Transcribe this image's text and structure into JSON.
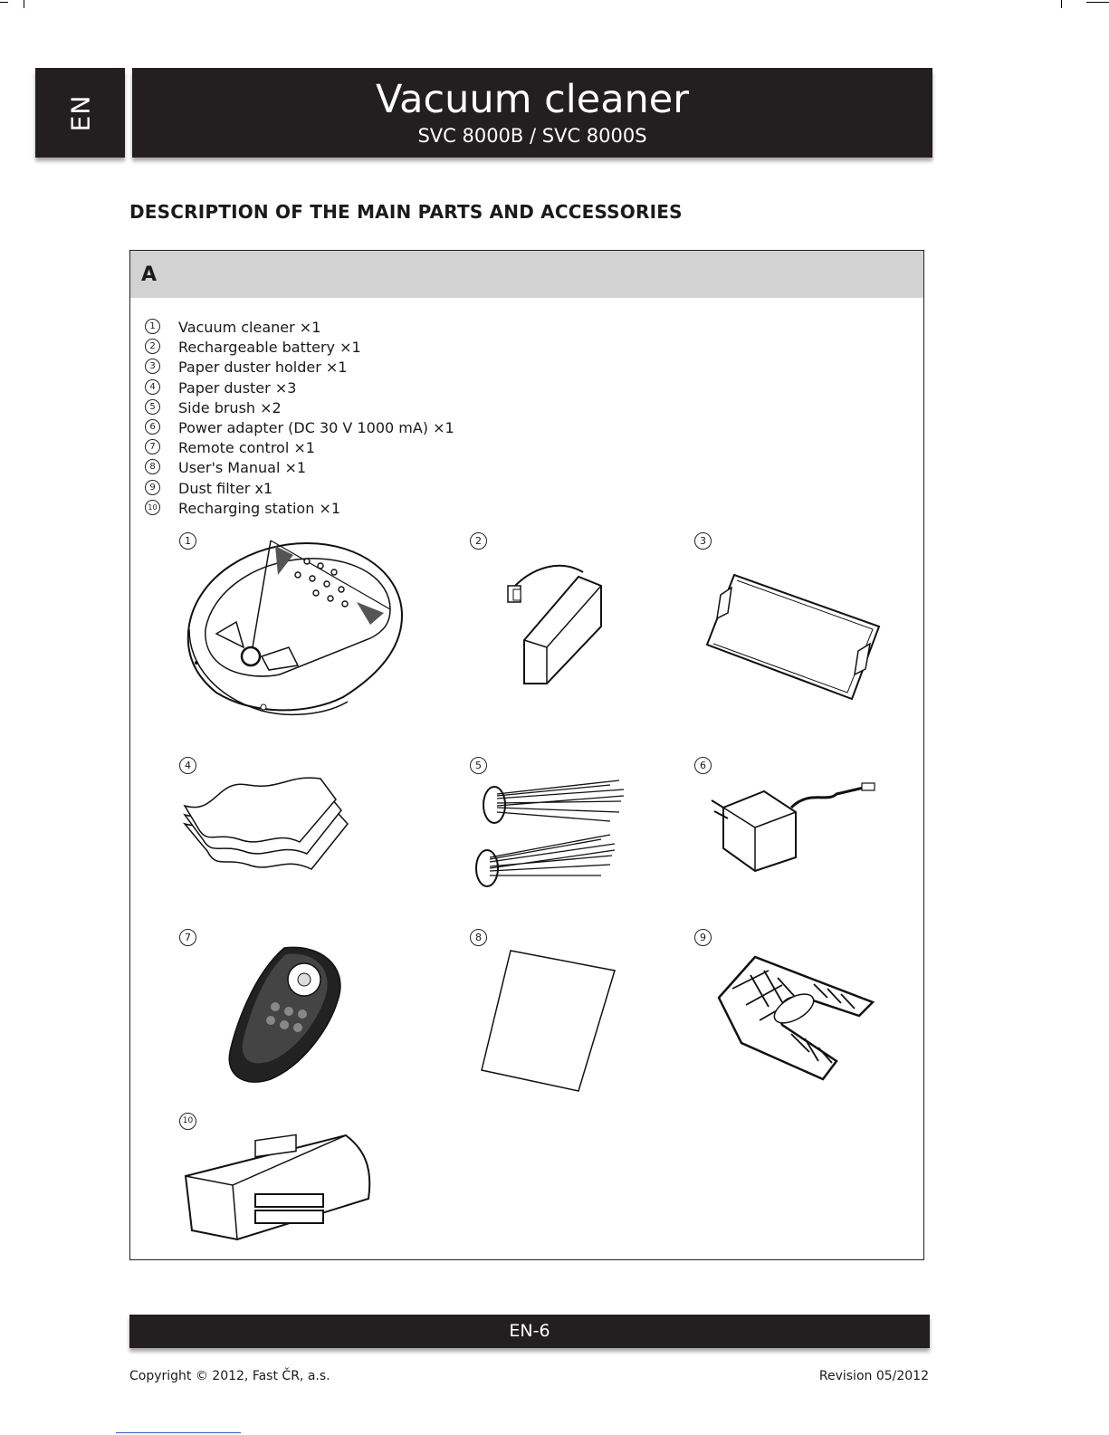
{
  "header": {
    "language": "EN",
    "title": "Vacuum cleaner",
    "subtitle": "SVC 8000B / SVC 8000S"
  },
  "section_heading": "DESCRIPTION OF THE MAIN PARTS AND ACCESSORIES",
  "box": {
    "label": "A",
    "items": [
      {
        "num": "1",
        "text": "Vacuum cleaner ×1"
      },
      {
        "num": "2",
        "text": "Rechargeable battery ×1"
      },
      {
        "num": "3",
        "text": "Paper duster holder ×1"
      },
      {
        "num": "4",
        "text": "Paper duster ×3"
      },
      {
        "num": "5",
        "text": "Side brush ×2"
      },
      {
        "num": "6",
        "text": "Power adapter (DC 30 V 1000 mA) ×1"
      },
      {
        "num": "7",
        "text": "Remote control ×1"
      },
      {
        "num": "8",
        "text": "User's Manual ×1"
      },
      {
        "num": "9",
        "text": "Dust filter x1"
      },
      {
        "num": "10",
        "text": "Recharging station ×1"
      }
    ],
    "figure_numbers": [
      "1",
      "2",
      "3",
      "4",
      "5",
      "6",
      "7",
      "8",
      "9",
      "10"
    ]
  },
  "footer": {
    "page": "EN-6",
    "copyright": "Copyright © 2012, Fast ČR, a.s.",
    "revision": "Revision 05/2012"
  }
}
